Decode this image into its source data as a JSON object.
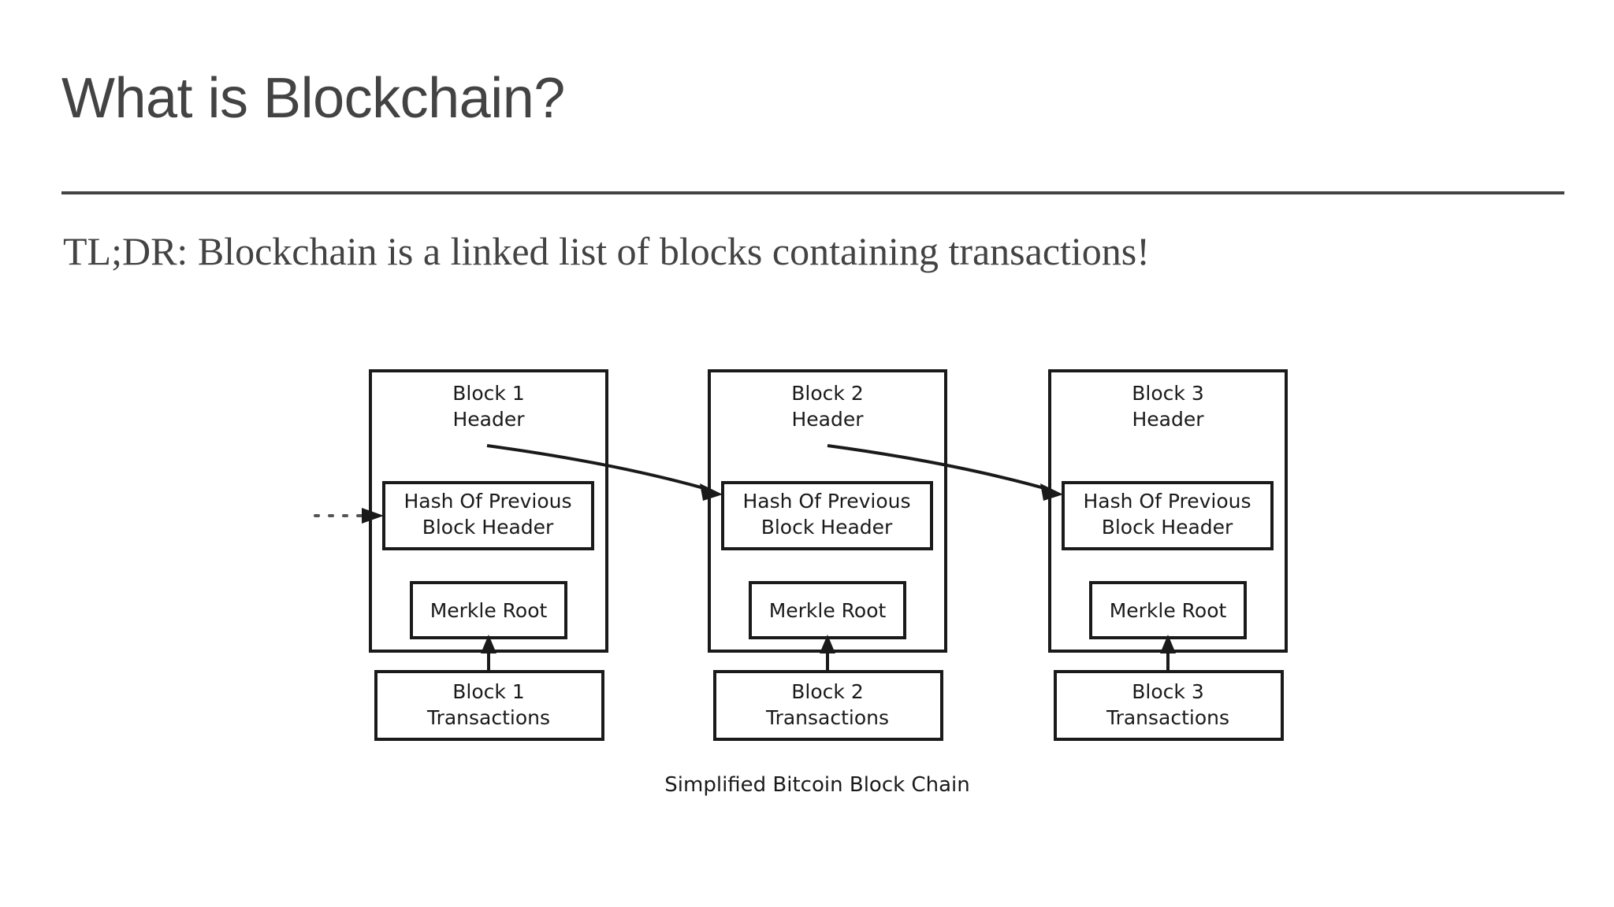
{
  "slide": {
    "title": "What is Blockchain?",
    "subtitle": "TL;DR: Blockchain is a linked list of blocks containing transactions!",
    "title_color": "#434343",
    "rule_color": "#434343",
    "background_color": "#ffffff"
  },
  "diagram": {
    "caption": "Simplified Bitcoin Block Chain",
    "line_color": "#1a1a1a",
    "dotted_color": "#555555",
    "inner_labels": {
      "hash_line1": "Hash Of Previous",
      "hash_line2": "Block Header",
      "merkle_root": "Merkle Root"
    },
    "blocks": [
      {
        "header_line1": "Block 1",
        "header_line2": "Header",
        "hash_line1": "Hash Of Previous",
        "hash_line2": "Block Header",
        "merkle_root": "Merkle Root",
        "tx_line1": "Block 1",
        "tx_line2": "Transactions"
      },
      {
        "header_line1": "Block 2",
        "header_line2": "Header",
        "hash_line1": "Hash Of Previous",
        "hash_line2": "Block Header",
        "merkle_root": "Merkle Root",
        "tx_line1": "Block 2",
        "tx_line2": "Transactions"
      },
      {
        "header_line1": "Block 3",
        "header_line2": "Header",
        "hash_line1": "Hash Of Previous",
        "hash_line2": "Block Header",
        "merkle_root": "Merkle Root",
        "tx_line1": "Block 3",
        "tx_line2": "Transactions"
      }
    ]
  }
}
